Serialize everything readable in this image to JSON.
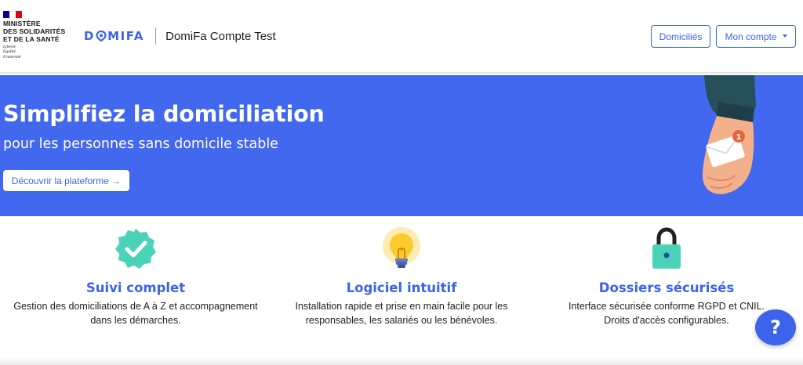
{
  "header": {
    "gov": {
      "lines": [
        "MINISTÈRE",
        "DES SOLIDARITÉS",
        "ET DE LA SANTÉ"
      ],
      "motto": [
        "Liberté",
        "Égalité",
        "Fraternité"
      ],
      "flag_colors": [
        "#000091",
        "#ffffff",
        "#e1000f"
      ]
    },
    "brand_logo": "D●MIFA",
    "brand_name": "DomiFa Compte Test",
    "buttons": {
      "domicilies": "Domiciliés",
      "mon_compte": "Mon compte"
    }
  },
  "hero": {
    "title": "Simplifiez la domiciliation",
    "subtitle": "pour les personnes sans domicile stable",
    "cta": "Découvrir la plateforme →",
    "badge_count": "1"
  },
  "features": [
    {
      "icon": "check-badge-icon",
      "title": "Suivi complet",
      "desc_lines": [
        "Gestion des domiciliations de A à Z et accompagnement",
        "dans les démarches."
      ]
    },
    {
      "icon": "lightbulb-icon",
      "title": "Logiciel intuitif",
      "desc_lines": [
        "Installation rapide et prise en main facile pour les",
        "responsables, les salariés ou les bénévoles."
      ]
    },
    {
      "icon": "padlock-icon",
      "title": "Dossiers sécurisés",
      "desc_lines": [
        "Interface sécurisée conforme RGPD et CNIL.",
        "Droits d'accès configurables."
      ]
    }
  ],
  "help_label": "?",
  "colors": {
    "accent": "#3c64ea",
    "hero_bg": "#4168ee",
    "teal": "#4bd3b8"
  }
}
